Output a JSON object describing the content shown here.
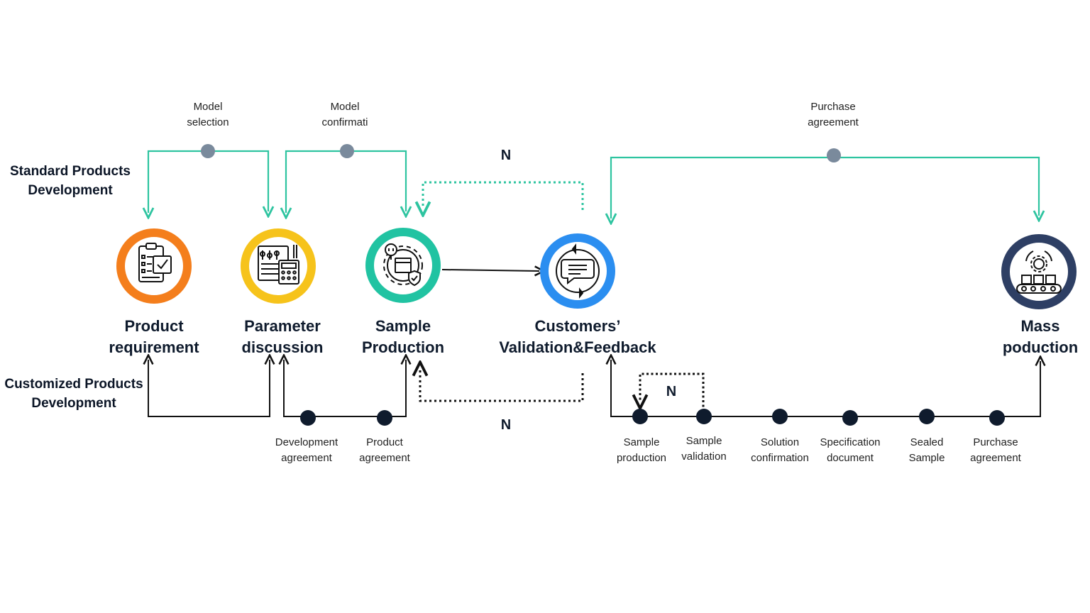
{
  "row_labels": {
    "standard": [
      "Standard Products",
      "Development"
    ],
    "customized": [
      "Customized Products",
      "Development"
    ]
  },
  "stages": [
    {
      "title": [
        "Product",
        "requirement"
      ],
      "ring_color": "#f47e1c",
      "icon": "clipboard-checklist-icon"
    },
    {
      "title": [
        "Parameter",
        "discussion"
      ],
      "ring_color": "#f6c31b",
      "icon": "parameter-calculator-icon"
    },
    {
      "title": [
        "Sample",
        "Production"
      ],
      "ring_color": "#21c3a2",
      "icon": "gear-box-icon"
    },
    {
      "title": [
        "Customers’",
        "Validation&Feedback"
      ],
      "ring_color": "#2b8ef0",
      "icon": "chat-feedback-icon"
    },
    {
      "title": [
        "Mass",
        "poduction"
      ],
      "ring_color": "#2e3f64",
      "icon": "conveyor-production-icon"
    }
  ],
  "standard_steps": [
    [
      "Model",
      "selection"
    ],
    [
      "Model",
      "confirmati"
    ],
    [
      "Purchase",
      "agreement"
    ]
  ],
  "customized_steps": [
    [
      "Development",
      "agreement"
    ],
    [
      "Product",
      "agreement"
    ],
    [
      "Sample",
      "production"
    ],
    [
      "Sample",
      "validation"
    ],
    [
      "Solution",
      "confirmation"
    ],
    [
      "Specification",
      "document"
    ],
    [
      "Sealed",
      "Sample"
    ],
    [
      "Purchase",
      "agreement"
    ]
  ],
  "loop_marks": {
    "top": "N",
    "bottom": "N",
    "inner": "N"
  },
  "colors": {
    "standard_line": "#2ec4a0",
    "standard_node": "#7a8a9c",
    "customized_line": "#111111",
    "customized_node": "#0f1b2d"
  }
}
